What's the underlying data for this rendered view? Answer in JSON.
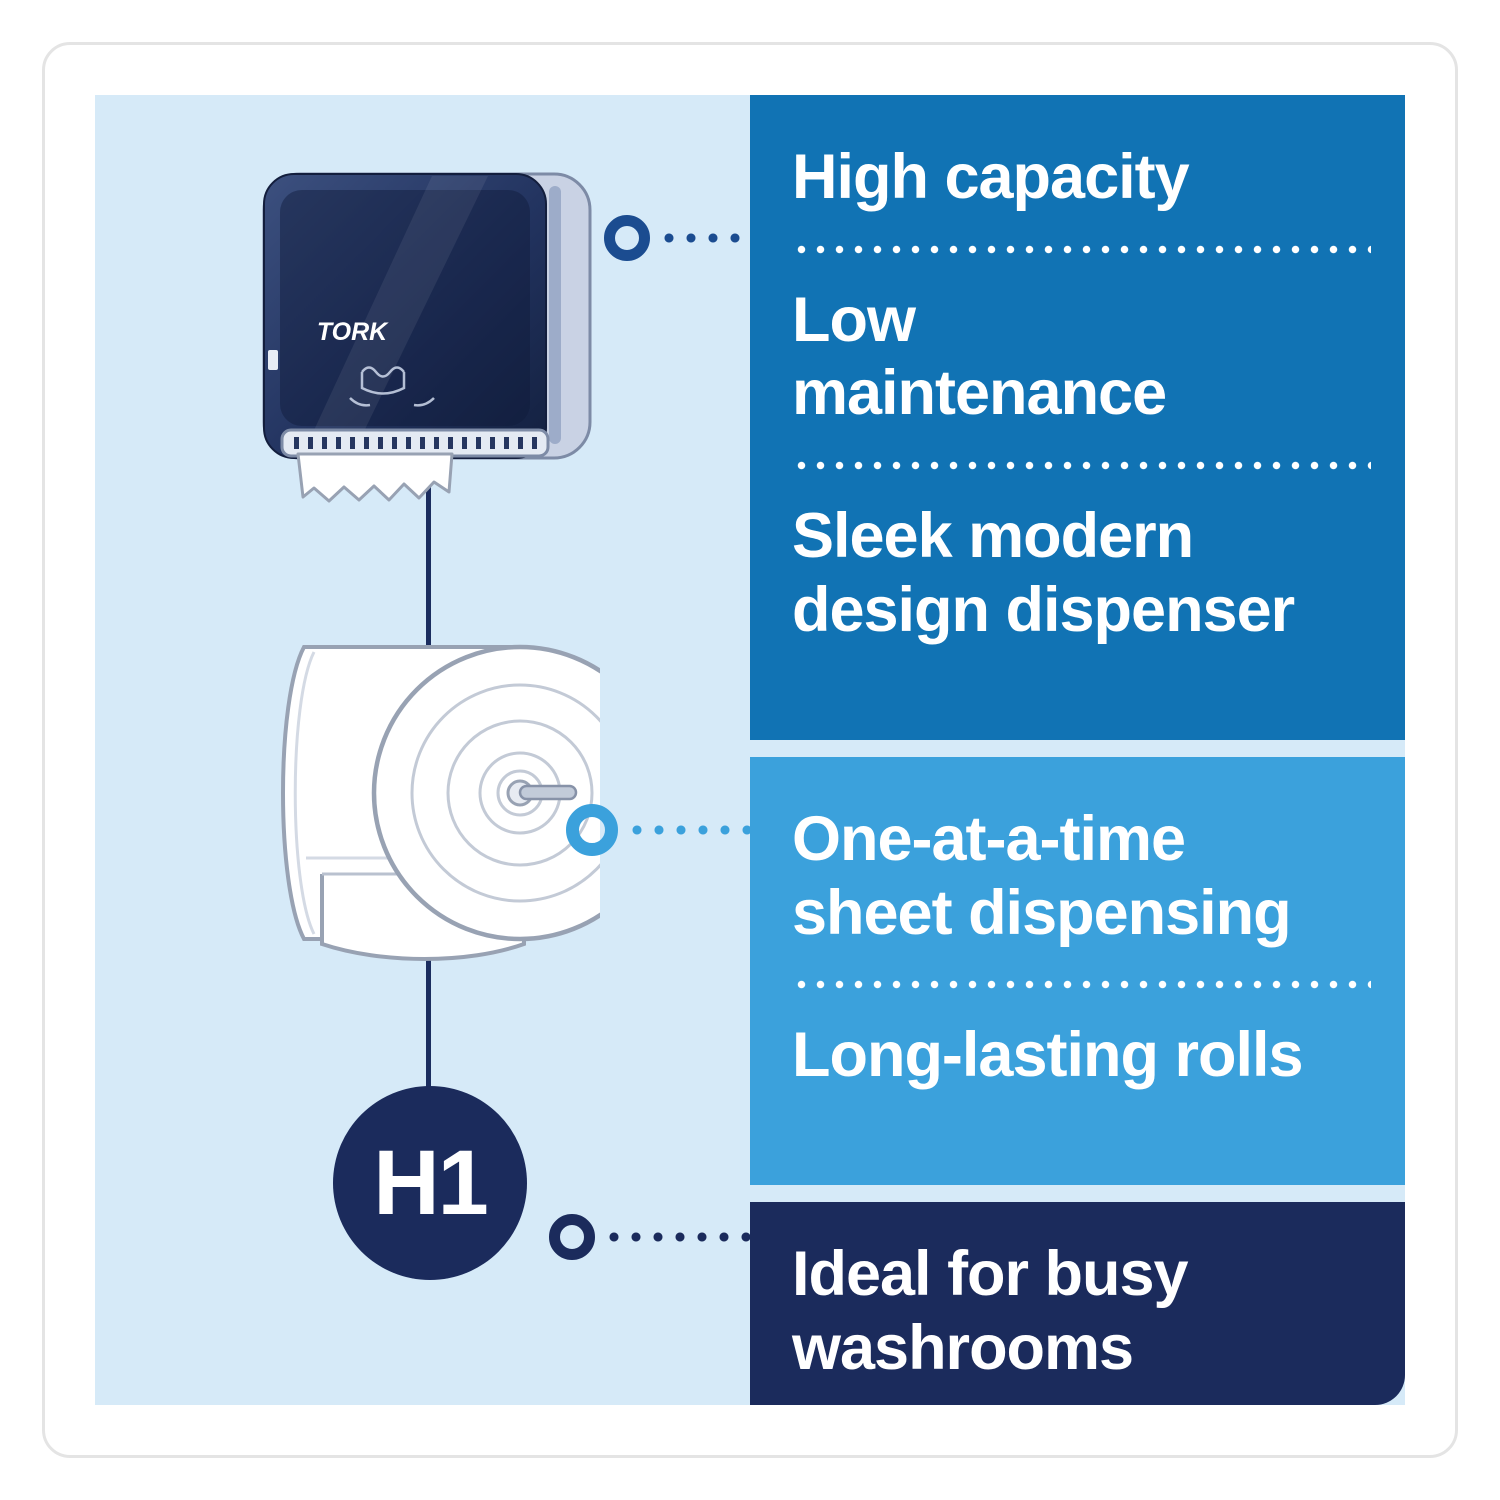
{
  "colors": {
    "canvas": "#d6eaf8",
    "panel_top": "#1173b4",
    "panel_mid": "#3ba1dc",
    "panel_bottom": "#1b2b5c",
    "navy": "#1b2d5f",
    "ring_top": "#1b4c90",
    "outline": "#98a2b3"
  },
  "illustration": {
    "brand": "TORK",
    "badge_label": "H1",
    "dispenser": "paper-towel-dispenser",
    "roll": "paper-towel-roll"
  },
  "panels": [
    {
      "items": [
        {
          "lines": [
            "High capacity"
          ]
        },
        {
          "lines": [
            "Low",
            "maintenance"
          ]
        },
        {
          "lines": [
            "Sleek modern",
            "design dispenser"
          ]
        }
      ]
    },
    {
      "items": [
        {
          "lines": [
            "One-at-a-time",
            "sheet dispensing"
          ]
        },
        {
          "lines": [
            "Long-lasting rolls"
          ]
        }
      ]
    },
    {
      "items": [
        {
          "lines": [
            "Ideal for busy",
            "washrooms"
          ]
        }
      ]
    }
  ]
}
